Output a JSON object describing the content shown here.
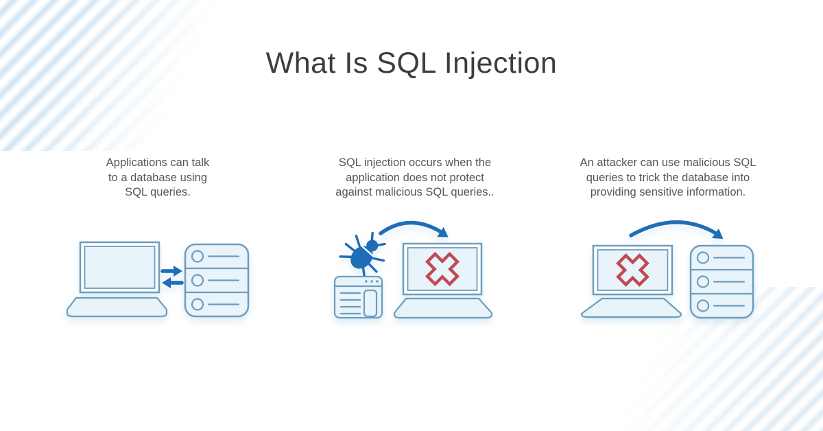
{
  "page": {
    "title": "What Is SQL Injection"
  },
  "steps": [
    {
      "text": "Applications can talk\nto a database using\nSQL queries.",
      "icons": [
        "laptop-icon",
        "data-exchange-arrows-icon",
        "database-icon"
      ]
    },
    {
      "text": "SQL injection occurs when the\napplication does not protect\nagainst malicious SQL queries..",
      "icons": [
        "bug-icon",
        "curved-arrow-icon",
        "browser-window-icon",
        "laptop-icon",
        "error-x-icon"
      ]
    },
    {
      "text": "An attacker can use malicious SQL\nqueries to trick the database into\nproviding sensitive information.",
      "icons": [
        "laptop-icon",
        "error-x-icon",
        "curved-arrow-icon",
        "database-icon"
      ]
    }
  ],
  "colors": {
    "accent_blue": "#1e6db6",
    "outline_blue": "#6c9dbf",
    "fill_light_blue": "#e9f3fa",
    "error_red": "#c14a52",
    "title_text": "#3a3e41",
    "body_text": "#51565a",
    "stripe_blue": "#d8e9f4"
  }
}
